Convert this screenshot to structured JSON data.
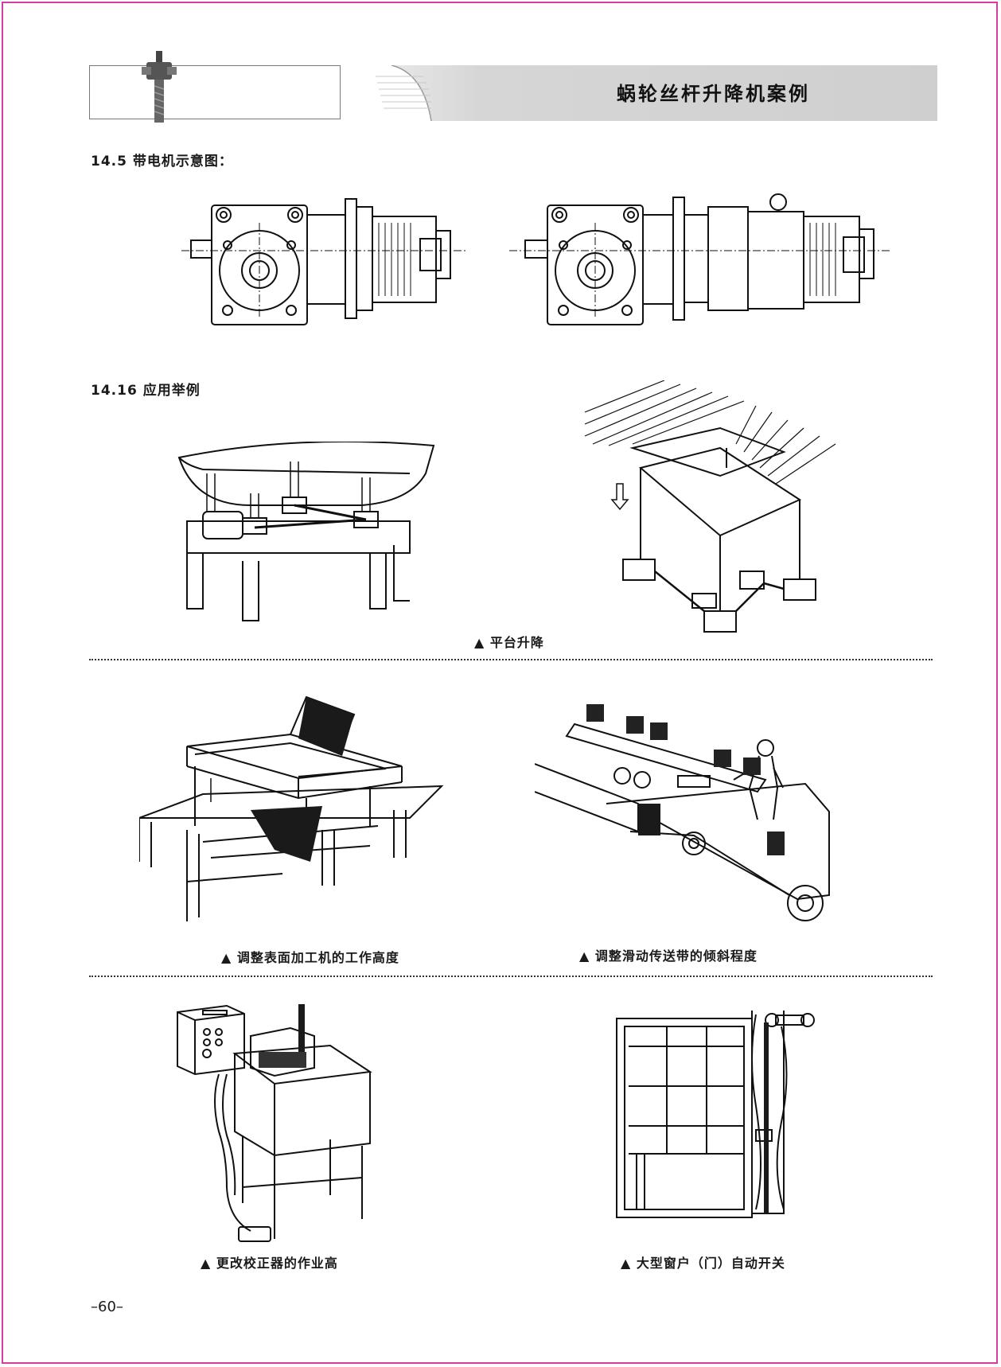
{
  "header": {
    "title": "蜗轮丝杆升降机案例"
  },
  "sections": {
    "motor_diagram": "14.5 带电机示意图：",
    "examples": "14.16 应用举例"
  },
  "captions": {
    "platform": "▲ 平台升降",
    "surface_machine": "▲ 调整表面加工机的工作高度",
    "conveyor": "▲ 调整滑动传送带的倾斜程度",
    "calibrator": "▲ 更改校正器的作业高",
    "window_door": "▲ 大型窗户（门）自动开关"
  },
  "footer": {
    "page_number": "–60–"
  }
}
